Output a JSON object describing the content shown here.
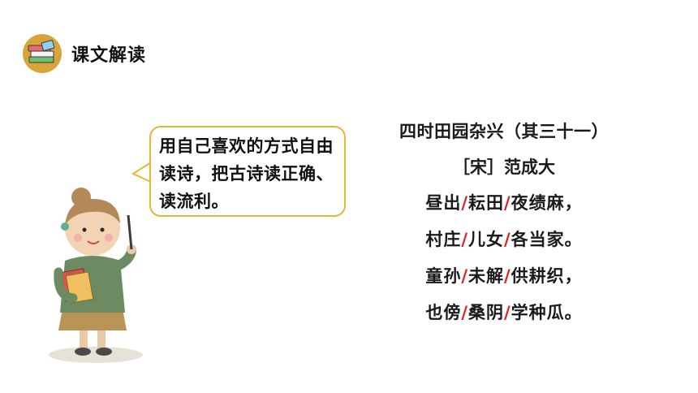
{
  "header": {
    "title": "课文解读",
    "icon": "book-stack-icon"
  },
  "bubble": {
    "text": "用自己喜欢的方式自由读诗，把古诗读正确、读流利。"
  },
  "poem": {
    "title": "四时田园杂兴（其三十一）",
    "author": "［宋］范成大",
    "lines": [
      [
        "昼出",
        "/",
        "耘田",
        "/",
        "夜绩麻，"
      ],
      [
        "村庄",
        "/",
        "儿女",
        "/",
        "各当家。"
      ],
      [
        "童孙",
        "/",
        "未解",
        "/",
        "供耕织，"
      ],
      [
        "也傍",
        "/",
        "桑阴",
        "/",
        "学种瓜。"
      ]
    ]
  },
  "colors": {
    "accent": "#e8b53a",
    "slash": "#e02020",
    "badge": "#d9a53b"
  }
}
